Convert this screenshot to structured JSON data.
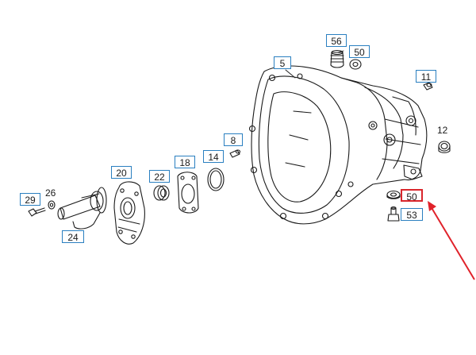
{
  "callouts": {
    "c5": "5",
    "c56": "56",
    "c50a": "50",
    "c11": "11",
    "c8": "8",
    "c14": "14",
    "c18": "18",
    "c22": "22",
    "c20": "20",
    "c29": "29",
    "c24": "24",
    "c50b": "50",
    "c53": "53"
  },
  "plain_labels": {
    "p12": "12",
    "p26": "26"
  },
  "colors": {
    "box_border": "#2a7fc0",
    "highlight": "#d9262c",
    "arrow": "#e0222a",
    "line": "#1a1a1a"
  }
}
